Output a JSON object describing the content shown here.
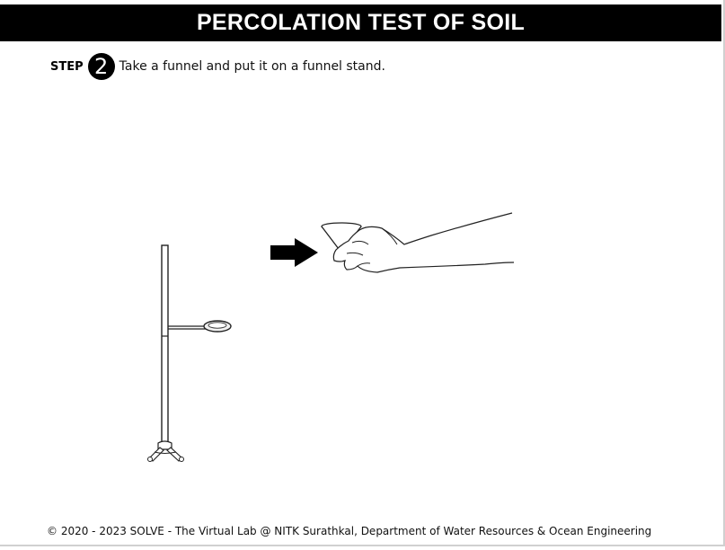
{
  "header": {
    "title": "PERCOLATION TEST OF SOIL"
  },
  "step": {
    "label": "STEP",
    "number": "2",
    "instruction": "Take a funnel and put it on a funnel stand."
  },
  "scene": {
    "items": [
      "funnel-stand",
      "funnel-in-hand",
      "arrow-right-icon"
    ]
  },
  "footer": {
    "copyright": "© 2020 - 2023 SOLVE - The Virtual Lab @ NITK Surathkal, Department of Water Resources & Ocean Engineering"
  }
}
